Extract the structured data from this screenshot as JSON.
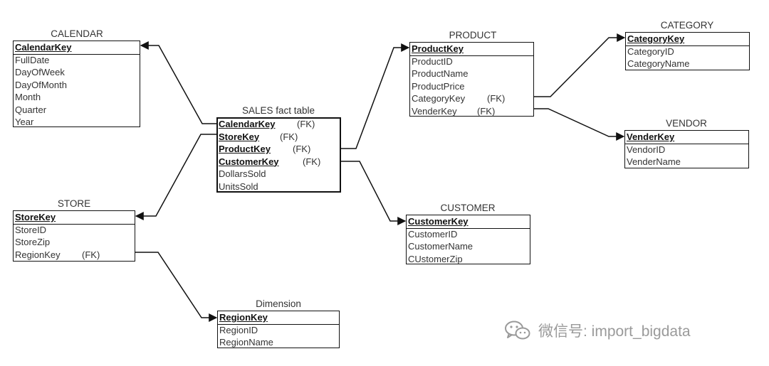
{
  "entities": [
    {
      "id": "calendar",
      "title": "CALENDAR",
      "fields": [
        {
          "label": "CalendarKey",
          "pk": true
        },
        {
          "label": "FullDate"
        },
        {
          "label": "DayOfWeek"
        },
        {
          "label": "DayOfMonth"
        },
        {
          "label": "Month"
        },
        {
          "label": "Quarter"
        },
        {
          "label": "Year"
        }
      ]
    },
    {
      "id": "store",
      "title": "STORE",
      "fields": [
        {
          "label": "StoreKey",
          "pk": true
        },
        {
          "label": "StoreID"
        },
        {
          "label": "StoreZip"
        },
        {
          "label": "RegionKey",
          "fk": "(FK)"
        }
      ]
    },
    {
      "id": "region",
      "title": "Dimension",
      "fields": [
        {
          "label": "RegionKey",
          "pk": true
        },
        {
          "label": "RegionID"
        },
        {
          "label": "RegionName"
        }
      ]
    },
    {
      "id": "sales",
      "title": "SALES fact table",
      "fields": [
        {
          "label": "CalendarKey",
          "pk": true,
          "fk": "(FK)"
        },
        {
          "label": "StoreKey",
          "pk": true,
          "fk": "(FK)"
        },
        {
          "label": "ProductKey",
          "pk": true,
          "fk": "(FK)"
        },
        {
          "label": "CustomerKey",
          "pk": true,
          "fk": "(FK)"
        },
        {
          "label": "DollarsSold"
        },
        {
          "label": "UnitsSold"
        }
      ]
    },
    {
      "id": "product",
      "title": "PRODUCT",
      "fields": [
        {
          "label": "ProductKey",
          "pk": true
        },
        {
          "label": "ProductID"
        },
        {
          "label": "ProductName"
        },
        {
          "label": "ProductPrice"
        },
        {
          "label": "CategoryKey",
          "fk": "(FK)"
        },
        {
          "label": "VenderKey",
          "fk": "(FK)"
        }
      ]
    },
    {
      "id": "customer",
      "title": "CUSTOMER",
      "fields": [
        {
          "label": "CustomerKey",
          "pk": true
        },
        {
          "label": "CustomerID"
        },
        {
          "label": "CustomerName"
        },
        {
          "label": "CUstomerZip"
        }
      ]
    },
    {
      "id": "category",
      "title": "CATEGORY",
      "fields": [
        {
          "label": "CategoryKey",
          "pk": true
        },
        {
          "label": "CategoryID"
        },
        {
          "label": "CategoryName"
        }
      ]
    },
    {
      "id": "vendor",
      "title": "VENDOR",
      "fields": [
        {
          "label": "VenderKey",
          "pk": true
        },
        {
          "label": "VendorID"
        },
        {
          "label": "VenderName"
        }
      ]
    }
  ],
  "relationships": [
    {
      "from": "sales",
      "to": "calendar"
    },
    {
      "from": "sales",
      "to": "store"
    },
    {
      "from": "sales",
      "to": "product"
    },
    {
      "from": "sales",
      "to": "customer"
    },
    {
      "from": "store",
      "to": "region"
    },
    {
      "from": "product",
      "to": "category"
    },
    {
      "from": "product",
      "to": "vendor"
    }
  ],
  "watermark": {
    "text": "微信号: import_bigdata",
    "icon": "wechat-icon"
  }
}
